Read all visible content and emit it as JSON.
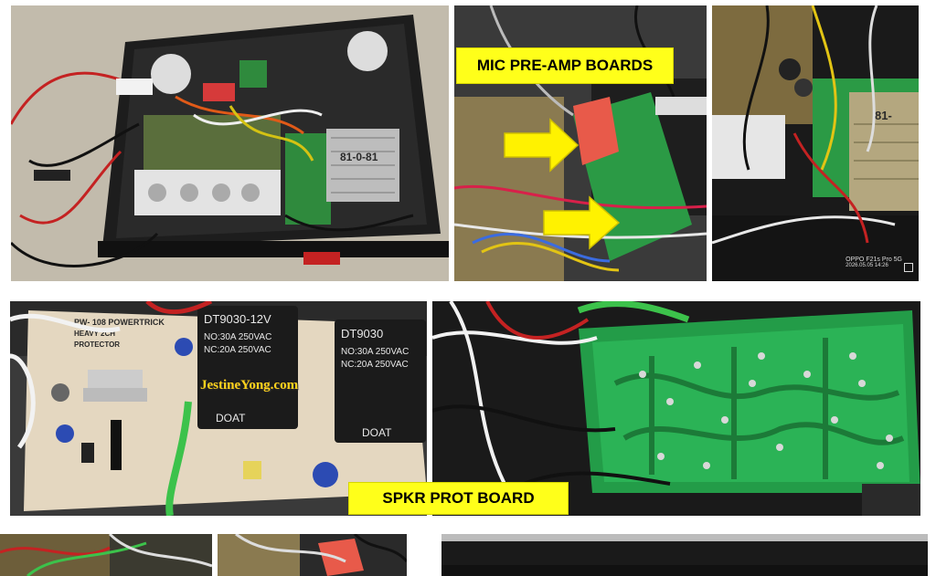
{
  "labels": {
    "mic_preamp": "MIC PRE-AMP BOARDS",
    "spkr_prot": "SPKR PROT BOARD"
  },
  "watermark": "JestineYong.com",
  "photo_text": {
    "heatsink_mark": "81-0-81",
    "heatsink_mark_short": "81-",
    "relay1_model": "DT9030-12V",
    "relay1_no": "NO:30A 250VAC",
    "relay1_nc": "NC:20A 250VAC",
    "relay2_model": "DT9030",
    "relay2_no": "NO:30A 250VAC",
    "relay2_nc": "NC:20A 250VAC",
    "relay_brand": "DOAT",
    "board_line1": "PW- 108 POWERTRICK",
    "board_line2": "HEAVY 2CH",
    "board_line3": "PROTECTOR",
    "camera_model": "OPPO F21s Pro 5G",
    "camera_time": "2026.05.05 14:26"
  },
  "colors": {
    "label_bg": "#ffff1a",
    "arrow_yellow": "#fff200",
    "pcb_green": "#1f9a3c",
    "chassis_black": "#1c1c1c"
  }
}
